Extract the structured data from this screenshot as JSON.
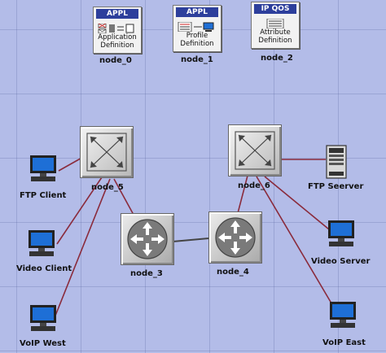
{
  "config_nodes": [
    {
      "header": "APPL",
      "subtitle_line1": "Application",
      "subtitle_line2": "Definition",
      "name": "node_0"
    },
    {
      "header": "APPL",
      "subtitle_line1": "Profile",
      "subtitle_line2": "Definition",
      "name": "node_1"
    },
    {
      "header": "IP QOS",
      "subtitle_line1": "Attribute",
      "subtitle_line2": "Definition",
      "name": "node_2"
    }
  ],
  "switches": [
    {
      "name": "node_5"
    },
    {
      "name": "node_6"
    }
  ],
  "routers": [
    {
      "name": "node_3"
    },
    {
      "name": "node_4"
    }
  ],
  "workstations": [
    {
      "name": "FTP Client"
    },
    {
      "name": "Video Client"
    },
    {
      "name": "VoIP West"
    }
  ],
  "servers": [
    {
      "name": "FTP Seerver"
    },
    {
      "name": "Video Server"
    },
    {
      "name": "VoIP East"
    }
  ],
  "colors": {
    "canvas": "#b3bce8",
    "link": "#8a2b3c",
    "config_header": "#2d3f9c",
    "monitor_screen": "#1e6fd6"
  },
  "icons": {
    "switch": "switch-icon",
    "router": "router-icon",
    "workstation": "workstation-icon",
    "server": "server-icon"
  }
}
